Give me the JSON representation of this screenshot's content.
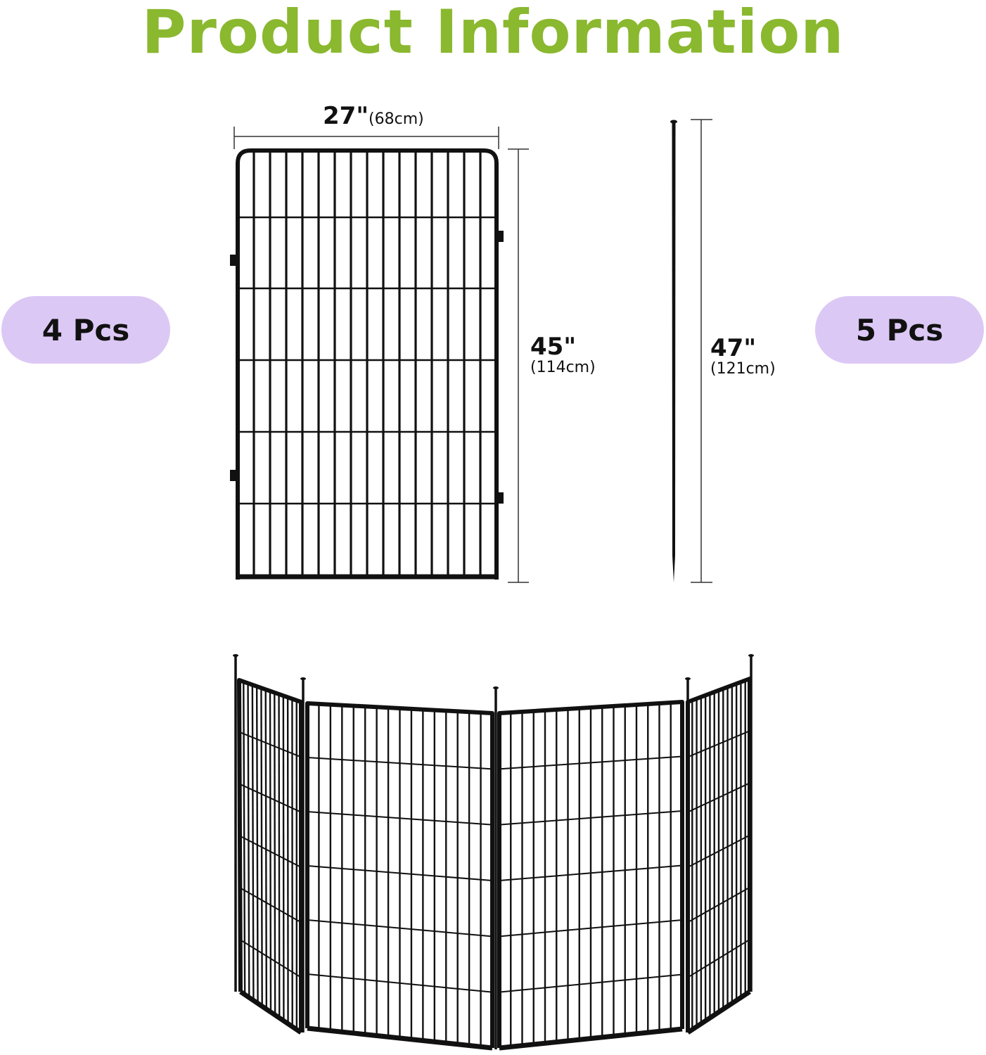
{
  "header": {
    "title": "Product Information",
    "title_color": "#8ab82f"
  },
  "panel": {
    "count_label": "4 Pcs",
    "width_imperial": "27\"",
    "width_metric": "(68cm)",
    "height_imperial": "45\"",
    "height_metric": "(114cm)",
    "vertical_bars": 15,
    "horizontal_rails": 5
  },
  "stake": {
    "count_label": "5 Pcs",
    "height_imperial": "47\"",
    "height_metric": "(121cm)"
  },
  "colors": {
    "pill_background": "#dcc8f5",
    "line_art": "#111111",
    "dimension_line": "#333333"
  },
  "assembled_view": {
    "panels": 4,
    "stakes": 5
  }
}
